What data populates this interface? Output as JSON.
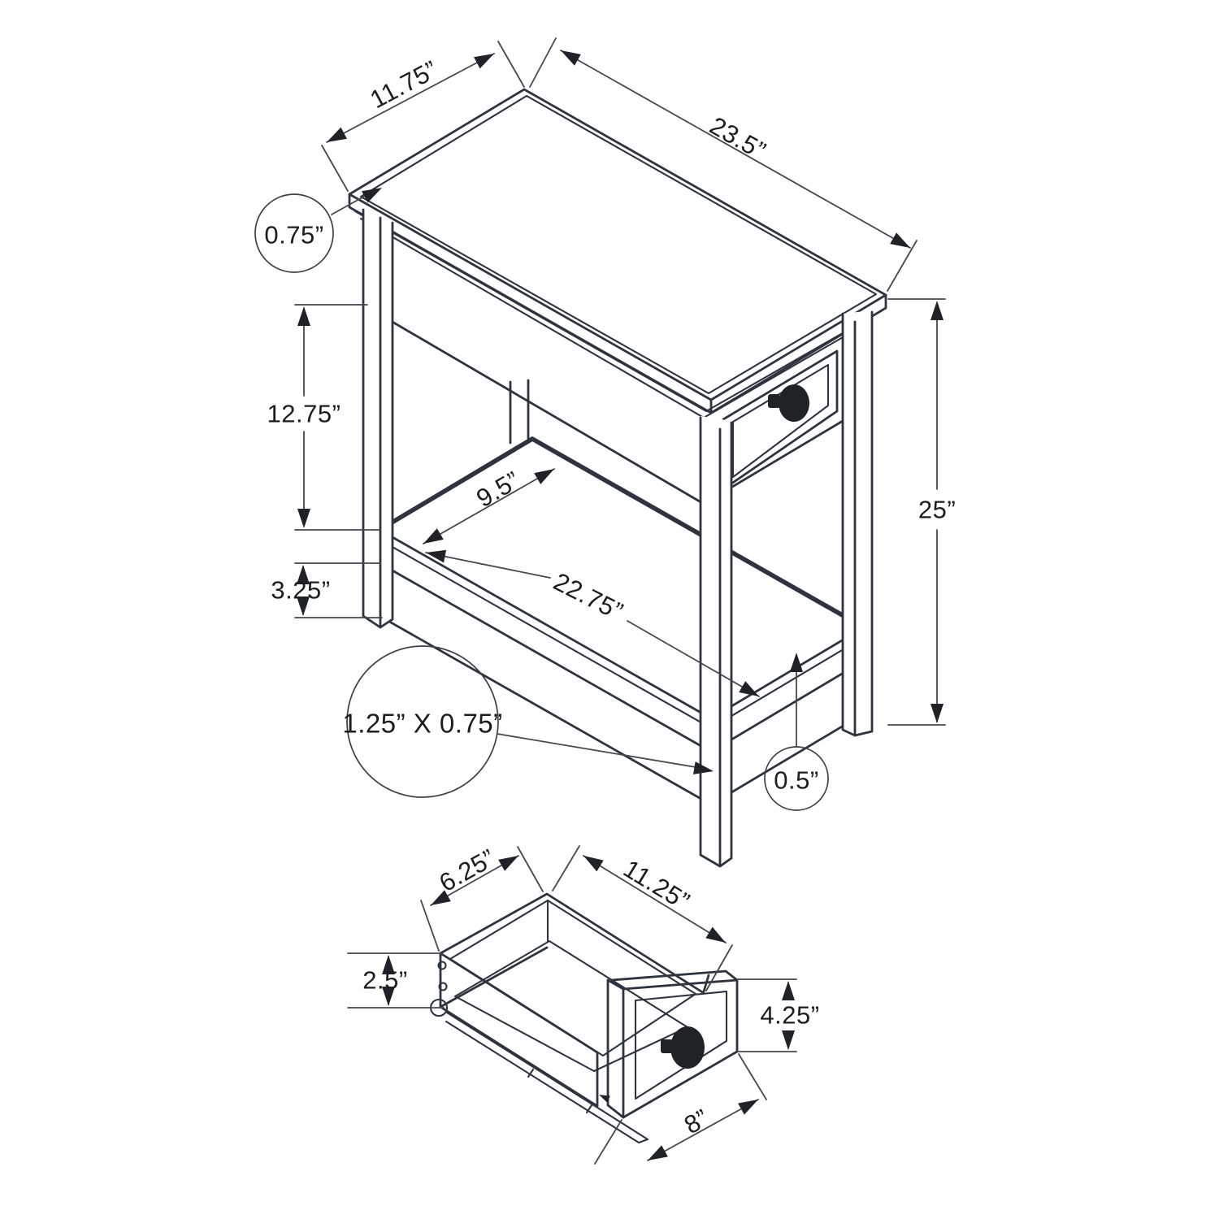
{
  "table": {
    "top_depth": "11.75”",
    "top_width": "23.5”",
    "top_thickness": "0.75”",
    "apron_to_shelf": "12.75”",
    "shelf_edge_height": "3.25”",
    "shelf_depth": "9.5”",
    "shelf_length": "22.75”",
    "overall_height": "25”",
    "leg_size": "1.25” X 0.75”",
    "shelf_thickness": "0.5”"
  },
  "drawer": {
    "inside_depth": "6.25”",
    "inside_length": "11.25”",
    "side_height": "2.5”",
    "front_height": "4.25”",
    "front_length": "8”"
  },
  "colors": {
    "background": "#ffffff",
    "outline": "#2d3440",
    "dimension_line": "#45484d",
    "text": "#1b1d21"
  }
}
